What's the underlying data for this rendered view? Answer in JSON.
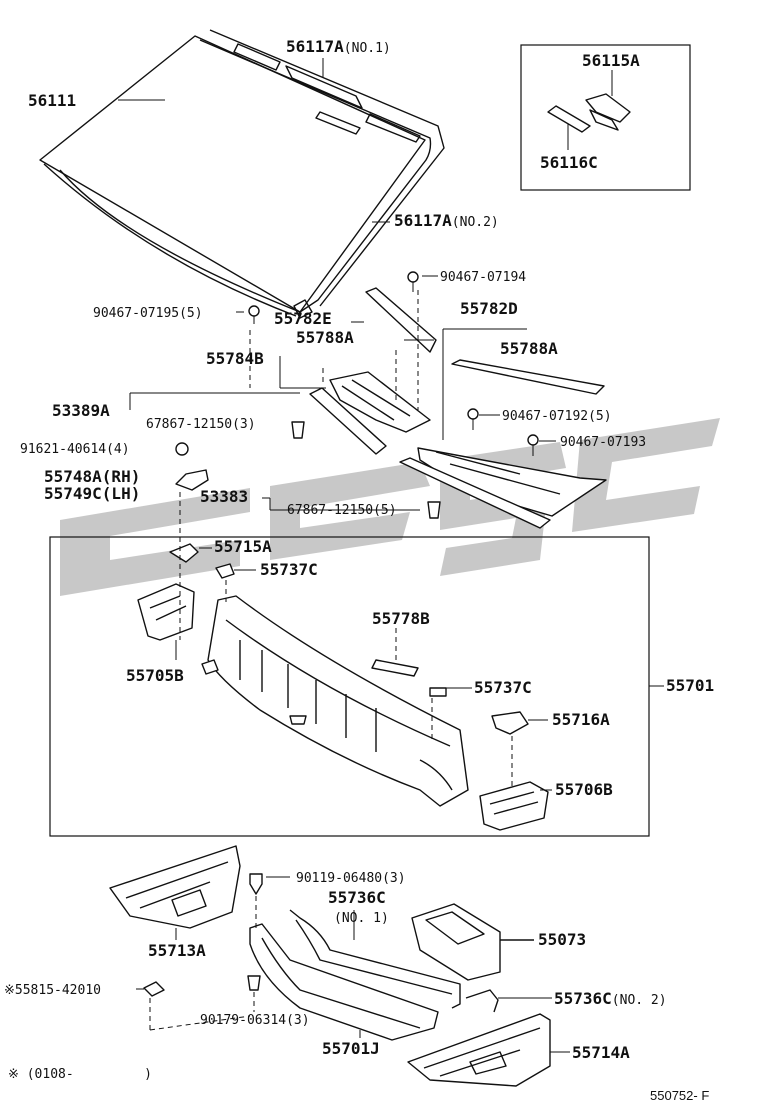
{
  "diagram": {
    "figure_code": "550752- F",
    "footnote": "※ (0108-         )",
    "parts": [
      {
        "id": "56117A-1",
        "label": "56117A",
        "suffix": "(NO.1)"
      },
      {
        "id": "56111",
        "label": "56111",
        "suffix": ""
      },
      {
        "id": "56115A",
        "label": "56115A",
        "suffix": ""
      },
      {
        "id": "56116C",
        "label": "56116C",
        "suffix": ""
      },
      {
        "id": "56117A-2",
        "label": "56117A",
        "suffix": "(NO.2)"
      },
      {
        "id": "90467-07194",
        "label": "90467-07194",
        "suffix": ""
      },
      {
        "id": "90467-07195",
        "label": "90467-07195(5)",
        "suffix": ""
      },
      {
        "id": "55782E",
        "label": "55782E",
        "suffix": ""
      },
      {
        "id": "55782D",
        "label": "55782D",
        "suffix": ""
      },
      {
        "id": "55788A-1",
        "label": "55788A",
        "suffix": ""
      },
      {
        "id": "55788A-2",
        "label": "55788A",
        "suffix": ""
      },
      {
        "id": "55784B",
        "label": "55784B",
        "suffix": ""
      },
      {
        "id": "53389A",
        "label": "53389A",
        "suffix": ""
      },
      {
        "id": "67867-12150-1",
        "label": "67867-12150(3)",
        "suffix": ""
      },
      {
        "id": "90467-07192",
        "label": "90467-07192(5)",
        "suffix": ""
      },
      {
        "id": "90467-07193",
        "label": "90467-07193",
        "suffix": ""
      },
      {
        "id": "91621-40614",
        "label": "91621-40614(4)",
        "suffix": ""
      },
      {
        "id": "55748A",
        "label": "55748A(RH)",
        "suffix": ""
      },
      {
        "id": "55749C",
        "label": "55749C(LH)",
        "suffix": ""
      },
      {
        "id": "53383",
        "label": "53383",
        "suffix": ""
      },
      {
        "id": "67867-12150-2",
        "label": "67867-12150(5)",
        "suffix": ""
      },
      {
        "id": "55715A",
        "label": "55715A",
        "suffix": ""
      },
      {
        "id": "55737C-1",
        "label": "55737C",
        "suffix": ""
      },
      {
        "id": "55778B",
        "label": "55778B",
        "suffix": ""
      },
      {
        "id": "55705B",
        "label": "55705B",
        "suffix": ""
      },
      {
        "id": "55737C-2",
        "label": "55737C",
        "suffix": ""
      },
      {
        "id": "55701",
        "label": "55701",
        "suffix": ""
      },
      {
        "id": "55716A",
        "label": "55716A",
        "suffix": ""
      },
      {
        "id": "55706B",
        "label": "55706B",
        "suffix": ""
      },
      {
        "id": "90119-06480",
        "label": "90119-06480(3)",
        "suffix": ""
      },
      {
        "id": "55736C-1",
        "label": "55736C",
        "suffix": "(NO. 1)"
      },
      {
        "id": "55713A",
        "label": "55713A",
        "suffix": ""
      },
      {
        "id": "55073",
        "label": "55073",
        "suffix": ""
      },
      {
        "id": "55815-42010",
        "label": "※55815-42010",
        "suffix": ""
      },
      {
        "id": "55736C-2",
        "label": "55736C",
        "suffix": "(NO. 2)"
      },
      {
        "id": "90179-06314",
        "label": "90179-06314(3)",
        "suffix": ""
      },
      {
        "id": "55701J",
        "label": "55701J",
        "suffix": ""
      },
      {
        "id": "55714A",
        "label": "55714A",
        "suffix": ""
      }
    ]
  },
  "colors": {
    "line": "#111111",
    "background": "#ffffff",
    "watermark": "#9a9a9a"
  }
}
